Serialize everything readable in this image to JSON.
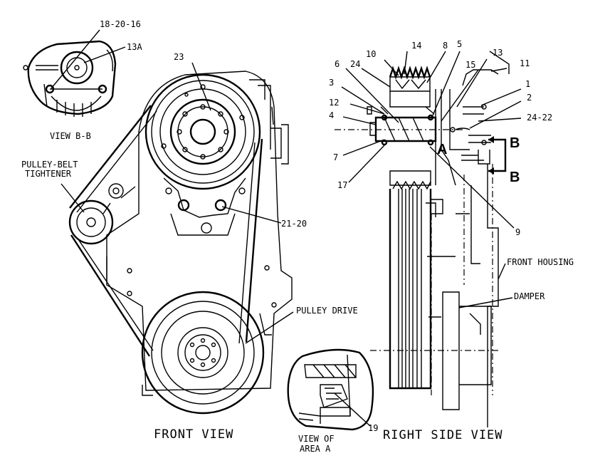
{
  "views": {
    "front_view": "FRONT VIEW",
    "right_side_view": "RIGHT SIDE VIEW",
    "view_bb": "VIEW B-B",
    "view_of": "VIEW OF",
    "area_a": "AREA A"
  },
  "callouts": {
    "pulley_belt_tightener_1": "PULLEY-BELT",
    "pulley_belt_tightener_2": "TIGHTENER",
    "pulley_drive": "PULLEY DRIVE",
    "front_housing": "FRONT HOUSING",
    "damper": "DAMPER",
    "section_b_top": "B",
    "section_b_bottom": "B",
    "area_marker": "A"
  },
  "part_numbers": {
    "p18_20_16": "18-20-16",
    "p13a": "13A",
    "p23": "23",
    "p21_20": "21-20",
    "p19": "19",
    "p14": "14",
    "p10": "10",
    "p8": "8",
    "p5": "5",
    "p13": "13",
    "p11": "11",
    "p6": "6",
    "p24": "24",
    "p15": "15",
    "p3": "3",
    "p1": "1",
    "p12": "12",
    "p2": "2",
    "p4": "4",
    "p24_22": "24-22",
    "p7": "7",
    "p17": "17",
    "p9": "9"
  }
}
